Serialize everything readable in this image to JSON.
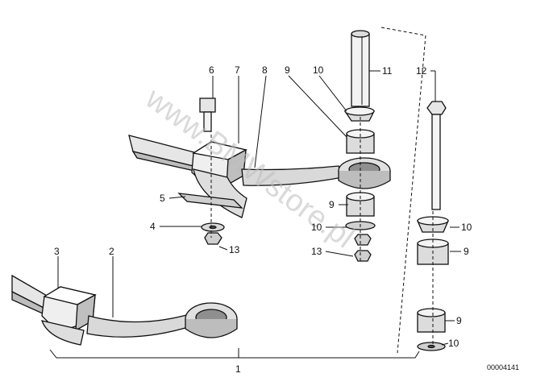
{
  "diagram": {
    "callouts": [
      "1",
      "2",
      "3",
      "4",
      "5",
      "6",
      "7",
      "8",
      "9",
      "10",
      "11",
      "12",
      "9",
      "10",
      "13",
      "13",
      "10",
      "9",
      "9",
      "10"
    ],
    "reference_number": "00004141",
    "watermark": "www.BMWstore.pl"
  },
  "colors": {
    "ink": "#111111",
    "watermark": "#bdbdbd"
  }
}
